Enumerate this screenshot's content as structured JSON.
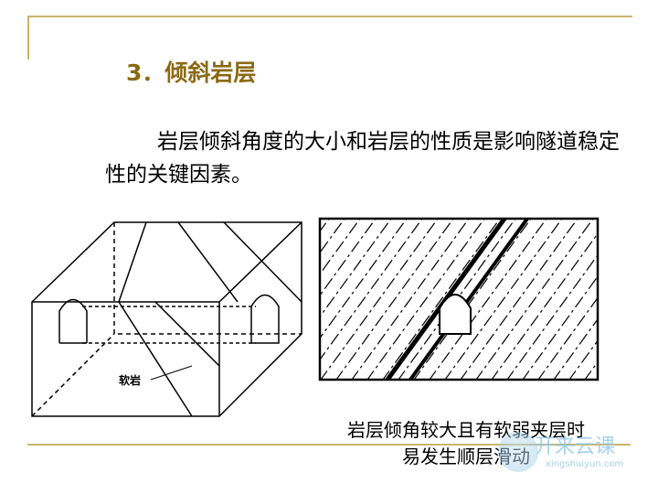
{
  "title": "3．倾斜岩层",
  "paragraph": "岩层倾斜角度的大小和岩层的性质是影响隧道稳定性的关键因素。",
  "figure_left": {
    "label": "软岩"
  },
  "caption": {
    "line1": "岩层倾角较大且有软弱夹层时",
    "line2": "易发生顺层滑动"
  },
  "watermark": {
    "name": "开来云课",
    "url": "xingshuiyun.com"
  },
  "colors": {
    "accent": "#c8b46a",
    "title": "#8b6914"
  }
}
